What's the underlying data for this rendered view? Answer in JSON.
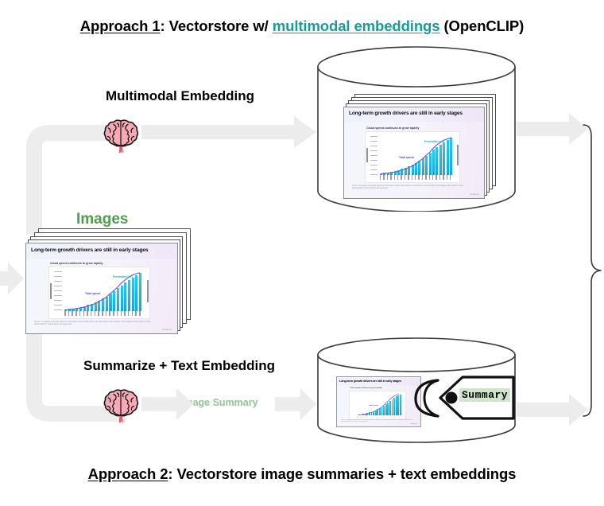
{
  "diagram": {
    "type": "flow-diagram",
    "titles": {
      "top": {
        "prefix_underlined": "Approach 1",
        "mid": ": Vectorstore w/ ",
        "highlight": "multimodal embeddings",
        "suffix": " (OpenCLIP)",
        "highlight_color": "#1a9a9c"
      },
      "bottom": {
        "prefix_underlined": "Approach 2",
        "rest": ": Vectorstore image summaries + text embeddings"
      }
    },
    "labels": {
      "multimodal_embedding": "Multimodal Embedding",
      "summarize_text_embedding": "Summarize + Text Embedding",
      "images": "Images",
      "images_color": "#4f9d4f",
      "image_summary": "Image Summary",
      "image_summary_color": "#93c393"
    },
    "nodes": {
      "brain_top": "brain-emoji",
      "brain_bottom": "brain-emoji",
      "vectorstore_top": "database-cylinder",
      "vectorstore_bottom": "database-cylinder",
      "summary_tag_text": "Summary",
      "summary_tag_highlight": "#cfe6cd"
    },
    "arrow_color": "#eeeeee"
  },
  "slide": {
    "title": "Long-term growth drivers are still in early stages",
    "subtitle": "Cloud spend continues to grow rapidly",
    "annotation_purple": "Total spend",
    "annotation_blue": "Penetration of IT",
    "ylabel": "Spend ($B)",
    "ylabel_right": "Penetration of total IT spend",
    "footnote": "Source: Company estimates based on third-party market data; figures are illustrative and rounded. Percentages reflect share of total addressable IT spend across all segments.",
    "logo": "company"
  },
  "chart_data": {
    "type": "bar",
    "title": "Cloud spend continues to grow rapidly",
    "xlabel": "",
    "ylabel": "Spend ($B)",
    "categories": [
      "2010",
      "2011",
      "2012",
      "2013",
      "2014",
      "2015",
      "2016",
      "2017",
      "2018",
      "2019",
      "2020",
      "2021",
      "2022",
      "2023",
      "2024",
      "2025",
      "2026",
      "2027",
      "2028",
      "2029",
      "2030"
    ],
    "series": [
      {
        "name": "Total spend",
        "type": "bar",
        "values": [
          18,
          24,
          32,
          42,
          55,
          72,
          95,
          124,
          162,
          210,
          272,
          350,
          450,
          575,
          730,
          920,
          1150,
          1430,
          1770,
          2180,
          2680
        ]
      },
      {
        "name": "Penetration of IT",
        "type": "line",
        "values": [
          1,
          1.5,
          2,
          2.8,
          3.7,
          4.8,
          6.2,
          7.9,
          10,
          12.5,
          15.4,
          18.8,
          22.7,
          27.2,
          32.3,
          38,
          44.4,
          51.5,
          59.3,
          67.8,
          77
        ]
      }
    ],
    "ylim": [
      0,
      2800
    ],
    "grid": true,
    "legend": "inline-annotations"
  }
}
